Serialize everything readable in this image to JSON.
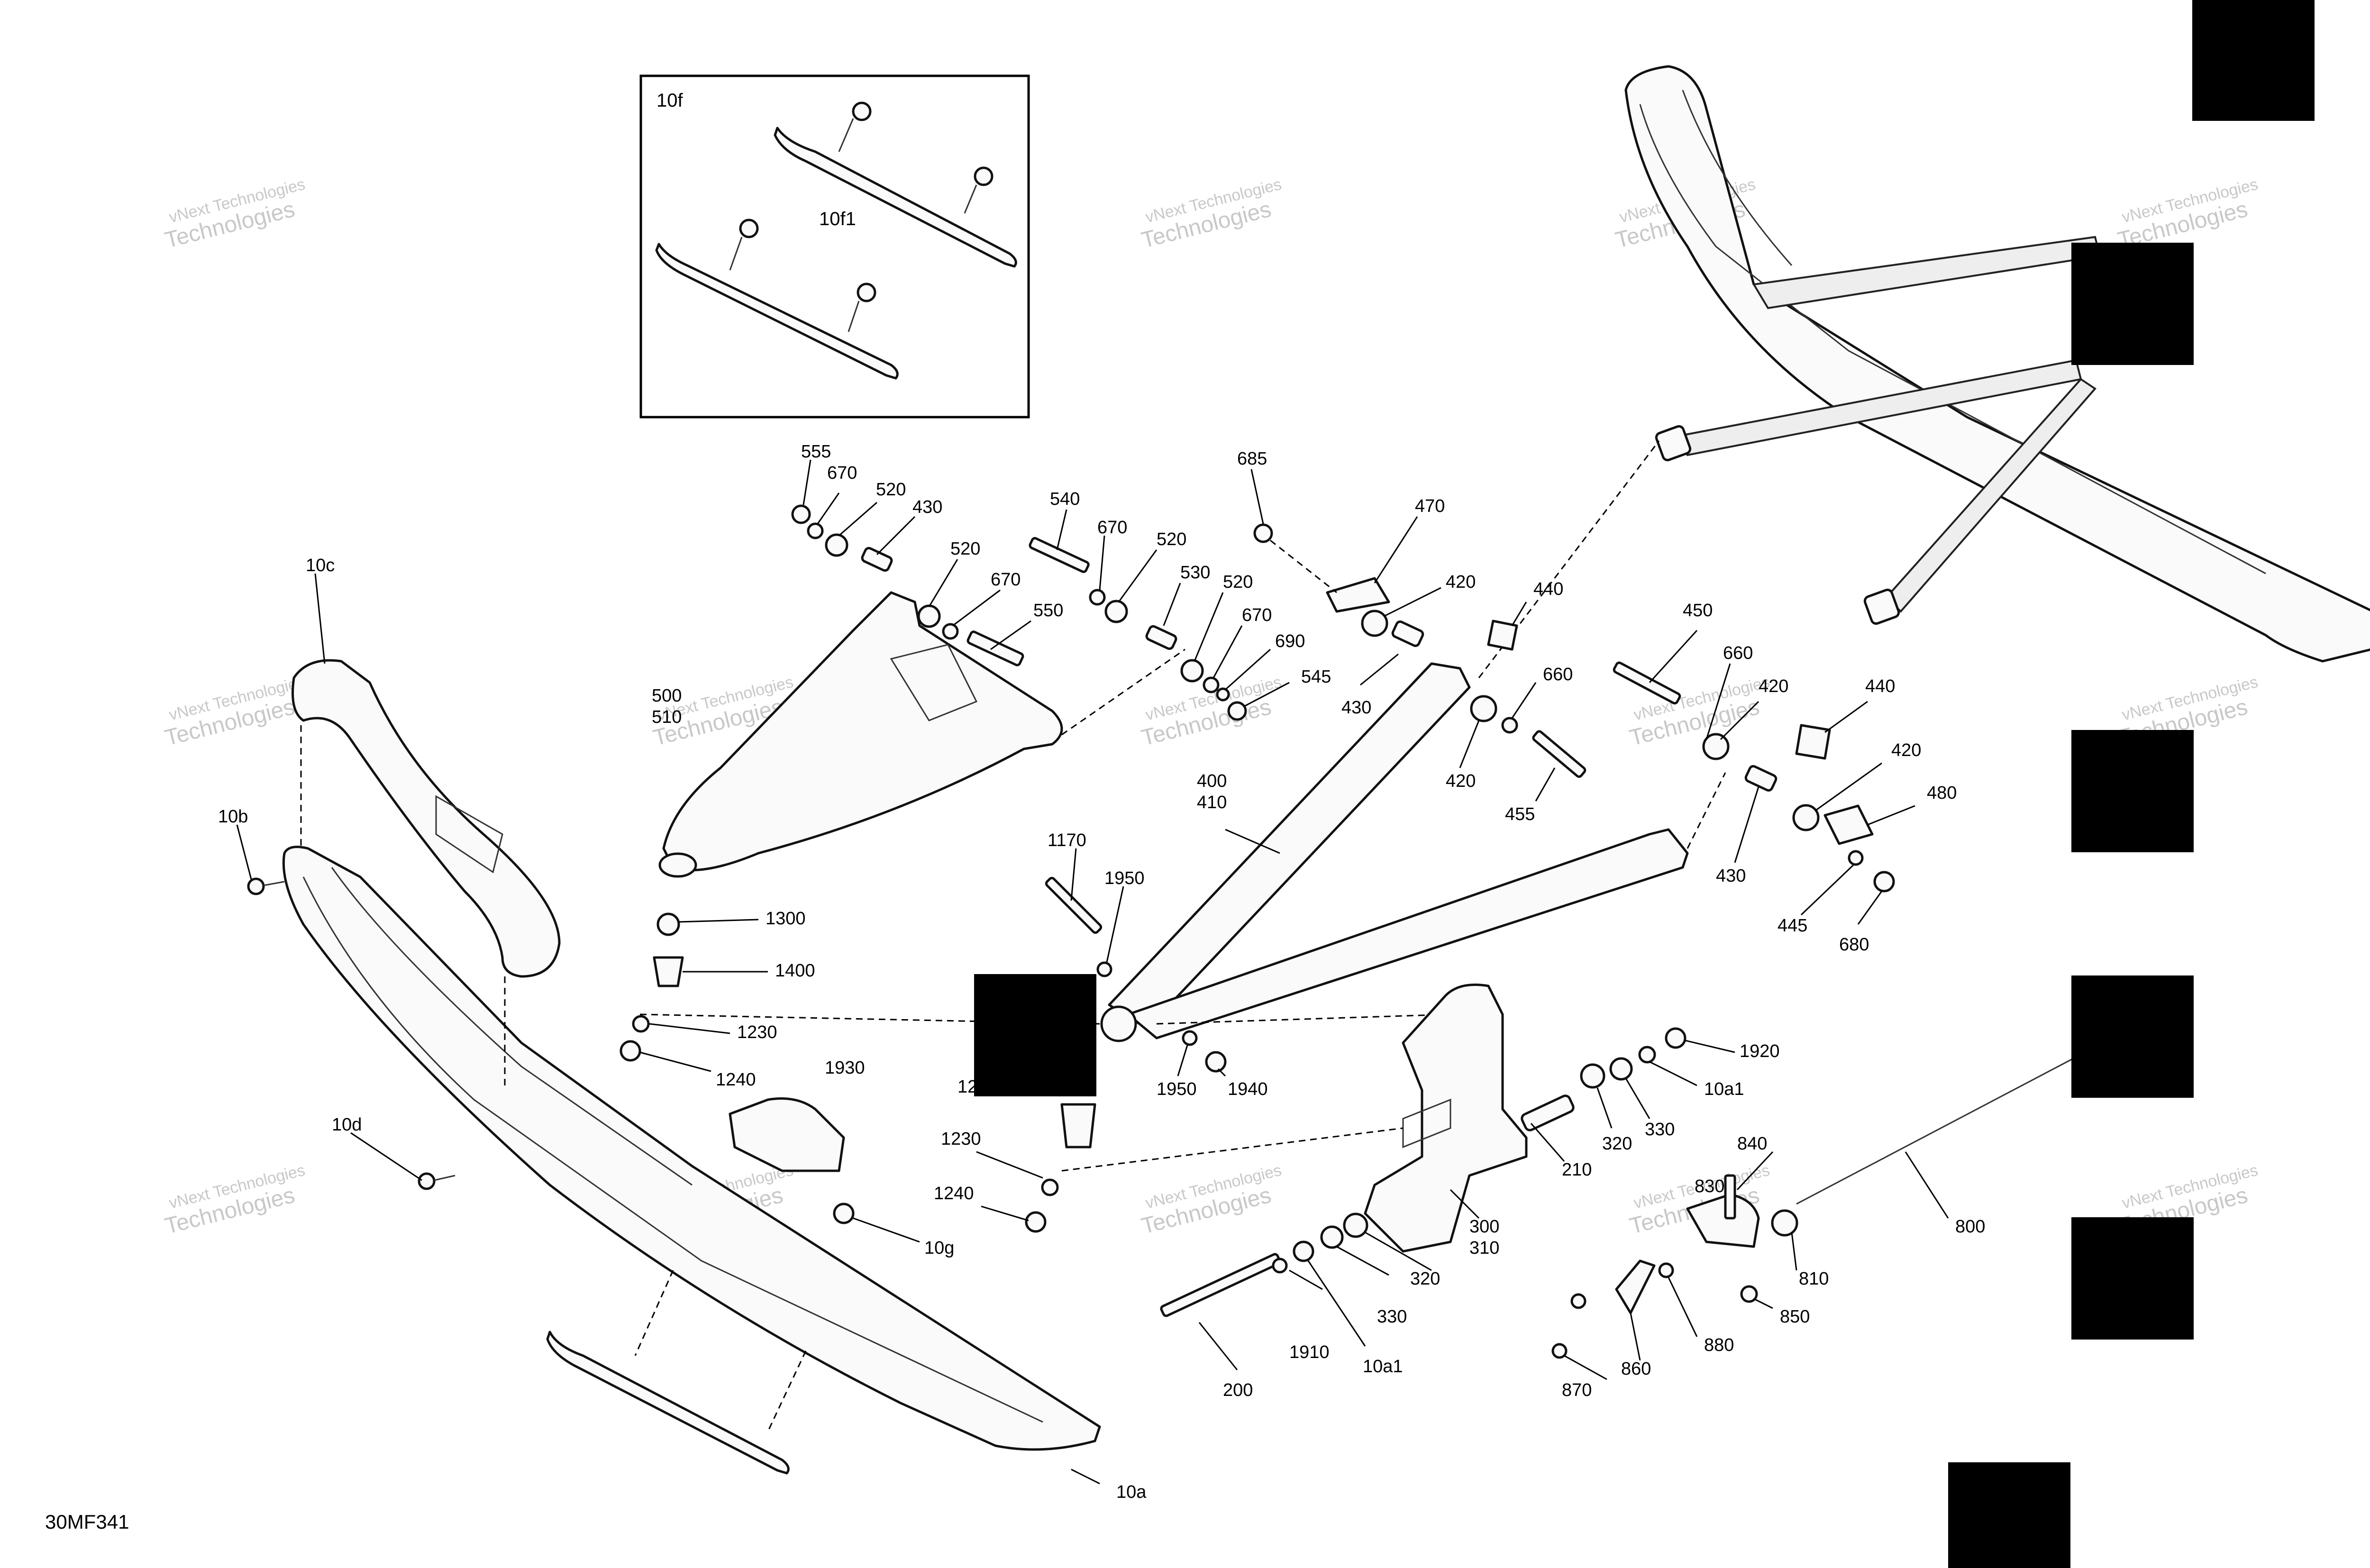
{
  "figure_code": "30MF341",
  "watermark": {
    "line1": "vNext Technologies",
    "line2": "Technologies"
  },
  "inset": {
    "title": "10f",
    "sub_label": "10f1"
  },
  "parts": [
    {
      "id": "555"
    },
    {
      "id": "670"
    },
    {
      "id": "520"
    },
    {
      "id": "430"
    },
    {
      "id": "540"
    },
    {
      "id": "685"
    },
    {
      "id": "470"
    },
    {
      "id": "10c"
    },
    {
      "id": "10b"
    },
    {
      "id": "10d"
    },
    {
      "id": "10g"
    },
    {
      "id": "10a"
    },
    {
      "id": "500"
    },
    {
      "id": "510"
    },
    {
      "id": "1300"
    },
    {
      "id": "1400"
    },
    {
      "id": "1230"
    },
    {
      "id": "1240"
    },
    {
      "id": "1930"
    },
    {
      "id": "1170"
    },
    {
      "id": "1950"
    },
    {
      "id": "1940"
    },
    {
      "id": "400"
    },
    {
      "id": "410"
    },
    {
      "id": "450"
    },
    {
      "id": "660"
    },
    {
      "id": "420"
    },
    {
      "id": "440"
    },
    {
      "id": "455"
    },
    {
      "id": "480"
    },
    {
      "id": "445"
    },
    {
      "id": "680"
    },
    {
      "id": "210"
    },
    {
      "id": "320"
    },
    {
      "id": "330"
    },
    {
      "id": "1920"
    },
    {
      "id": "10a1"
    },
    {
      "id": "300"
    },
    {
      "id": "310"
    },
    {
      "id": "200"
    },
    {
      "id": "1910"
    },
    {
      "id": "840"
    },
    {
      "id": "830"
    },
    {
      "id": "810"
    },
    {
      "id": "800"
    },
    {
      "id": "850"
    },
    {
      "id": "880"
    },
    {
      "id": "860"
    },
    {
      "id": "870"
    },
    {
      "id": "530"
    },
    {
      "id": "550"
    },
    {
      "id": "690"
    },
    {
      "id": "545"
    },
    {
      "id": "1250"
    }
  ]
}
